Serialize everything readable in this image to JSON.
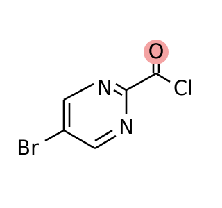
{
  "molecule": {
    "atoms": {
      "n1": {
        "label": "N",
        "color": "#000000"
      },
      "n3": {
        "label": "N",
        "color": "#000000"
      },
      "br": {
        "label": "Br",
        "color": "#000000"
      },
      "o": {
        "label": "O",
        "color": "#000000",
        "highlight": "#f4a3a3"
      },
      "cl": {
        "label": "Cl",
        "color": "#000000"
      }
    }
  }
}
